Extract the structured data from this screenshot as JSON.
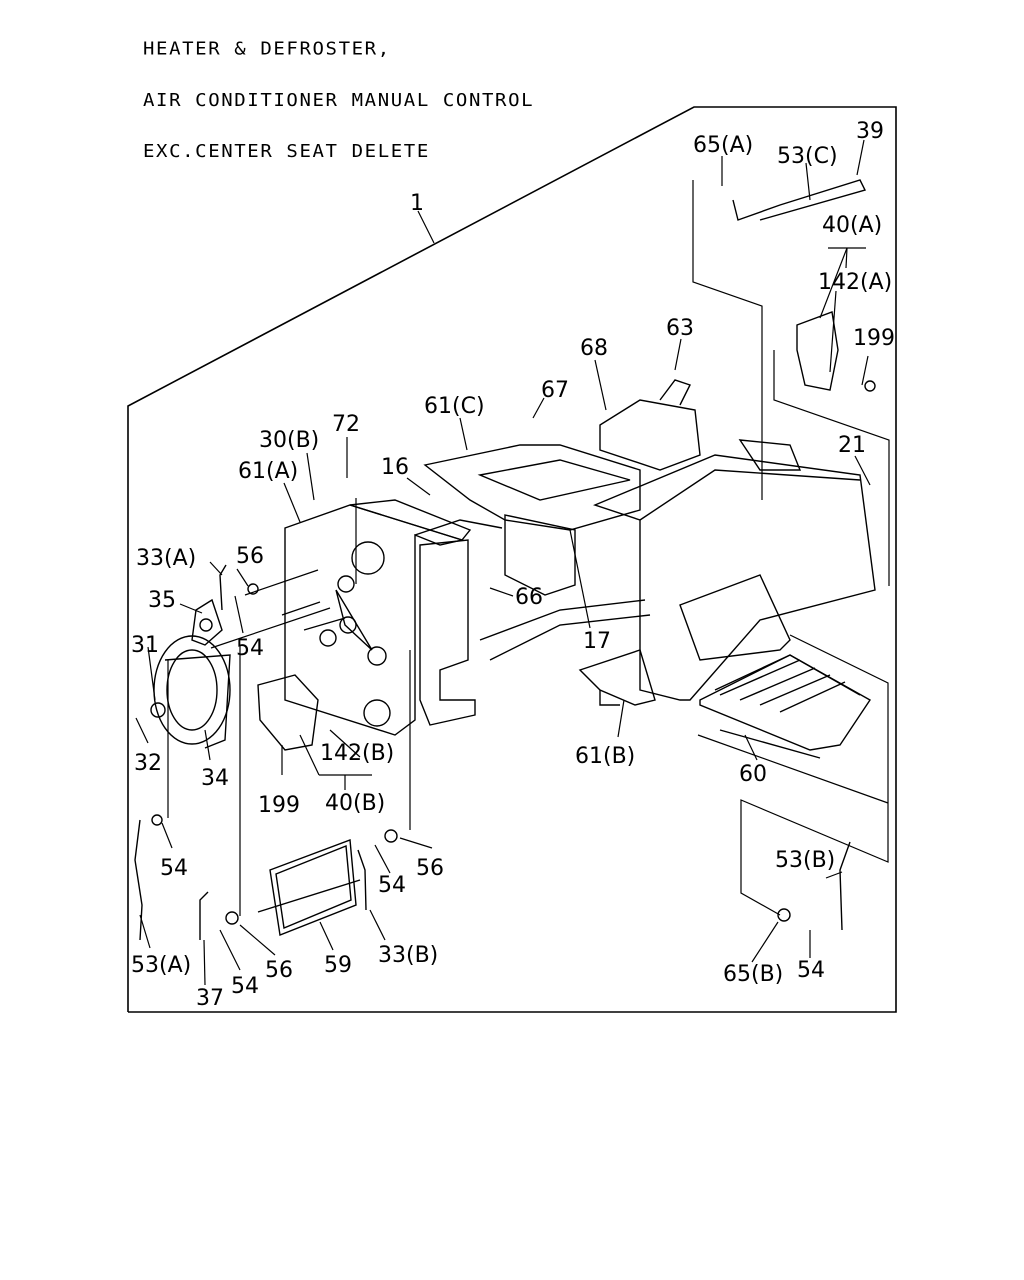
{
  "title_lines": [
    "HEATER & DEFROSTER,",
    "AIR CONDITIONER MANUAL CONTROL",
    "EXC.CENTER SEAT DELETE"
  ],
  "callouts": {
    "c1": "1",
    "c65a": "65(A)",
    "c53c": "53(C)",
    "c39": "39",
    "c40a": "40(A)",
    "c142a": "142(A)",
    "c199a": "199",
    "c63": "63",
    "c68": "68",
    "c67": "67",
    "c61c": "61(C)",
    "c72": "72",
    "c30b": "30(B)",
    "c61a": "61(A)",
    "c16": "16",
    "c21": "21",
    "c33a": "33(A)",
    "c56a": "56",
    "c35": "35",
    "c54a": "54",
    "c31": "31",
    "c66": "66",
    "c17": "17",
    "c32": "32",
    "c34": "34",
    "c142b": "142(B)",
    "c199b": "199",
    "c40b": "40(B)",
    "c61b": "61(B)",
    "c60": "60",
    "c54b": "54",
    "c56b": "56",
    "c54c": "54",
    "c53b": "53(B)",
    "c53a": "53(A)",
    "c37": "37",
    "c54d": "54",
    "c56c": "56",
    "c59": "59",
    "c33b": "33(B)",
    "c65b": "65(B)",
    "c54e": "54"
  }
}
